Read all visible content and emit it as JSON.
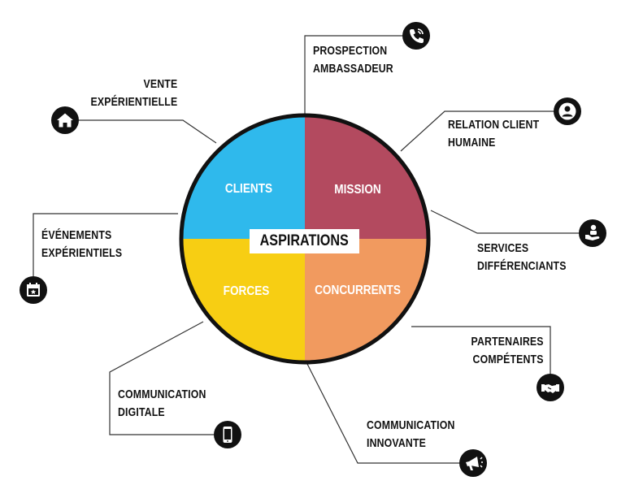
{
  "center_label": "ASPIRATIONS",
  "quadrants": {
    "clients": {
      "label": "CLIENTS",
      "color": "#2fb9ec"
    },
    "mission": {
      "label": "MISSION",
      "color": "#b34a5f"
    },
    "forces": {
      "label": "FORCES",
      "color": "#f7ce13"
    },
    "concurrents": {
      "label": "CONCURRENTS",
      "color": "#f19a5f"
    }
  },
  "items": {
    "prospection": {
      "line1": "PROSPECTION",
      "line2": "AMBASSADEUR",
      "icon": "phone-icon"
    },
    "relation": {
      "line1": "RELATION CLIENT",
      "line2": "HUMAINE",
      "icon": "user-icon"
    },
    "services": {
      "line1": "SERVICES",
      "line2": "DIFFÉRENCIANTS",
      "icon": "service-hand-icon"
    },
    "partenaires": {
      "line1": "PARTENAIRES",
      "line2": "COMPÉTENTS",
      "icon": "handshake-icon"
    },
    "communication_innovante": {
      "line1": "COMMUNICATION",
      "line2": "INNOVANTE",
      "icon": "megaphone-icon"
    },
    "communication_digitale": {
      "line1": "COMMUNICATION",
      "line2": "DIGITALE",
      "icon": "smartphone-icon"
    },
    "evenements": {
      "line1": "ÉVÉNEMENTS",
      "line2": "EXPÉRIENTIELS",
      "icon": "calendar-icon"
    },
    "vente": {
      "line1": "VENTE",
      "line2": "EXPÉRIENTIELLE",
      "icon": "home-icon"
    }
  }
}
